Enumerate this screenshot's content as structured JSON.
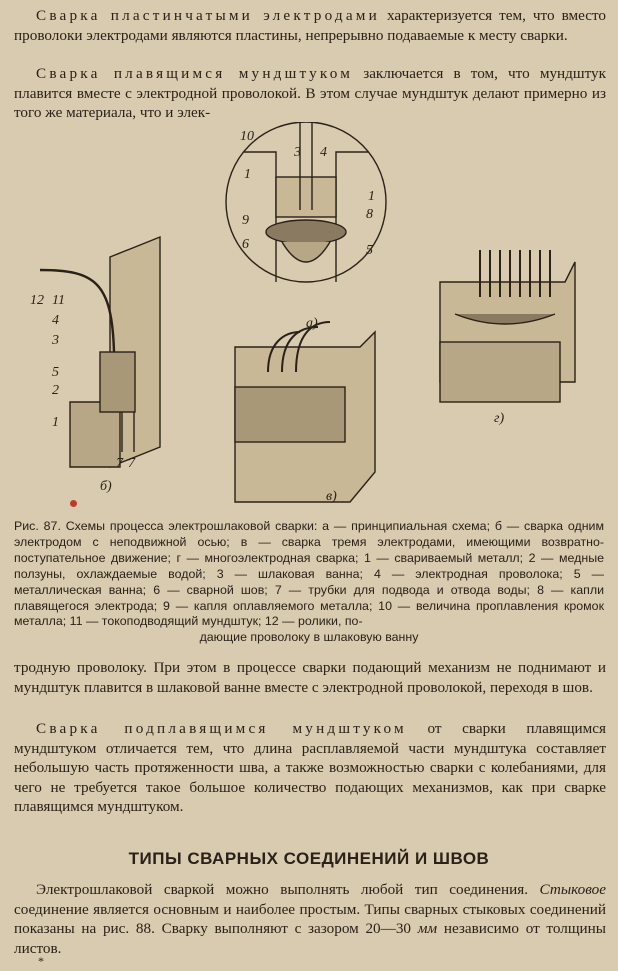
{
  "paragraphs": {
    "p1_lead": "Сварка пластинчатыми электродами",
    "p1_rest": " характеризуется тем, что вместо проволоки электродами являются пластины, непрерывно подаваемые к месту сварки.",
    "p2_lead": "Сварка плавящимся мундштуком",
    "p2_rest": " заключается в том, что мундштук плавится вместе с электродной проволокой. В этом случае мундштук делают примерно из того же материала, что и элек-",
    "p3": "тродную проволоку. При этом в процессе сварки подающий механизм не поднимают и мундштук плавится в шлаковой ванне вместе с электродной проволокой, переходя в шов.",
    "p4_lead": "Сварка подплавящимся мундштуком",
    "p4_rest": " от сварки плавящимся мундштуком отличается тем, что длина расплавляемой части мундштука составляет небольшую часть протяженности шва, а также возможностью сварки с колебаниями, для чего не требуется такое большое количество подающих механизмов, как при сварке плавящимся мундштуком.",
    "p5_pre": "Электрошлаковой сваркой можно выполнять любой тип соединения. ",
    "p5_italic": "Стыковое",
    "p5_mid": " соединение является основным и наиболее простым. Типы сварных стыковых соединений показаны на рис. 88. Сварку выполняют с зазором 20—30 ",
    "p5_unit": "мм",
    "p5_end": " независимо от толщины листов."
  },
  "caption": {
    "main": "Рис. 87. Схемы процесса электрошлаковой сварки: а — принципиальная схема; б — сварка одним электродом с неподвижной осью; в — сварка тремя электродами, имеющими возвратно-поступательное движение; г — многоэлектродная сварка; 1 — свариваемый металл; 2 — медные ползуны, охлаждаемые водой; 3 — шлаковая ванна; 4 — электродная проволока; 5 — металлическая ванна; 6 — сварной шов; 7 — трубки для подвода и отвода воды; 8 — капли плавящегося электрода; 9 — капля оплавляемого металла; 10 — величина проплавления кромок металла; 11 — токоподводящий мундштук; 12 — ролики, по-",
    "last": "дающие проволоку в шлаковую ванну"
  },
  "section_title": "ТИПЫ СВАРНЫХ СОЕДИНЕНИЙ И ШВОВ",
  "footnote_mark": "*",
  "figure": {
    "sub_a": "а)",
    "sub_b": "б)",
    "sub_v": "в)",
    "sub_g": "г)",
    "labels_a": [
      "10",
      "3",
      "4",
      "1",
      "1",
      "8",
      "9",
      "6",
      "5"
    ],
    "labels_b": [
      "12",
      "11",
      "4",
      "3",
      "5",
      "2",
      "1",
      "7",
      "7"
    ]
  }
}
